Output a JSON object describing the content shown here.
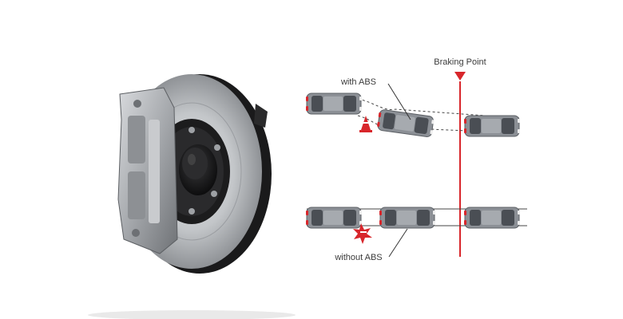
{
  "labels": {
    "braking_point": "Braking Point",
    "with_abs": "with ABS",
    "without_abs": "without ABS"
  },
  "colors": {
    "accent_red": "#d8262b",
    "car_body": "#8c9096",
    "car_glass": "#4a4e54",
    "guide_line": "#333333",
    "disc": "#b9bcc0",
    "caliper": "#a7aaae"
  },
  "icons": {
    "brake_disc": "brake-disc-illustration",
    "car": "car-top-view-icon",
    "cone": "traffic-cone-icon",
    "impact": "collision-burst-icon",
    "marker": "triangle-marker-icon"
  }
}
